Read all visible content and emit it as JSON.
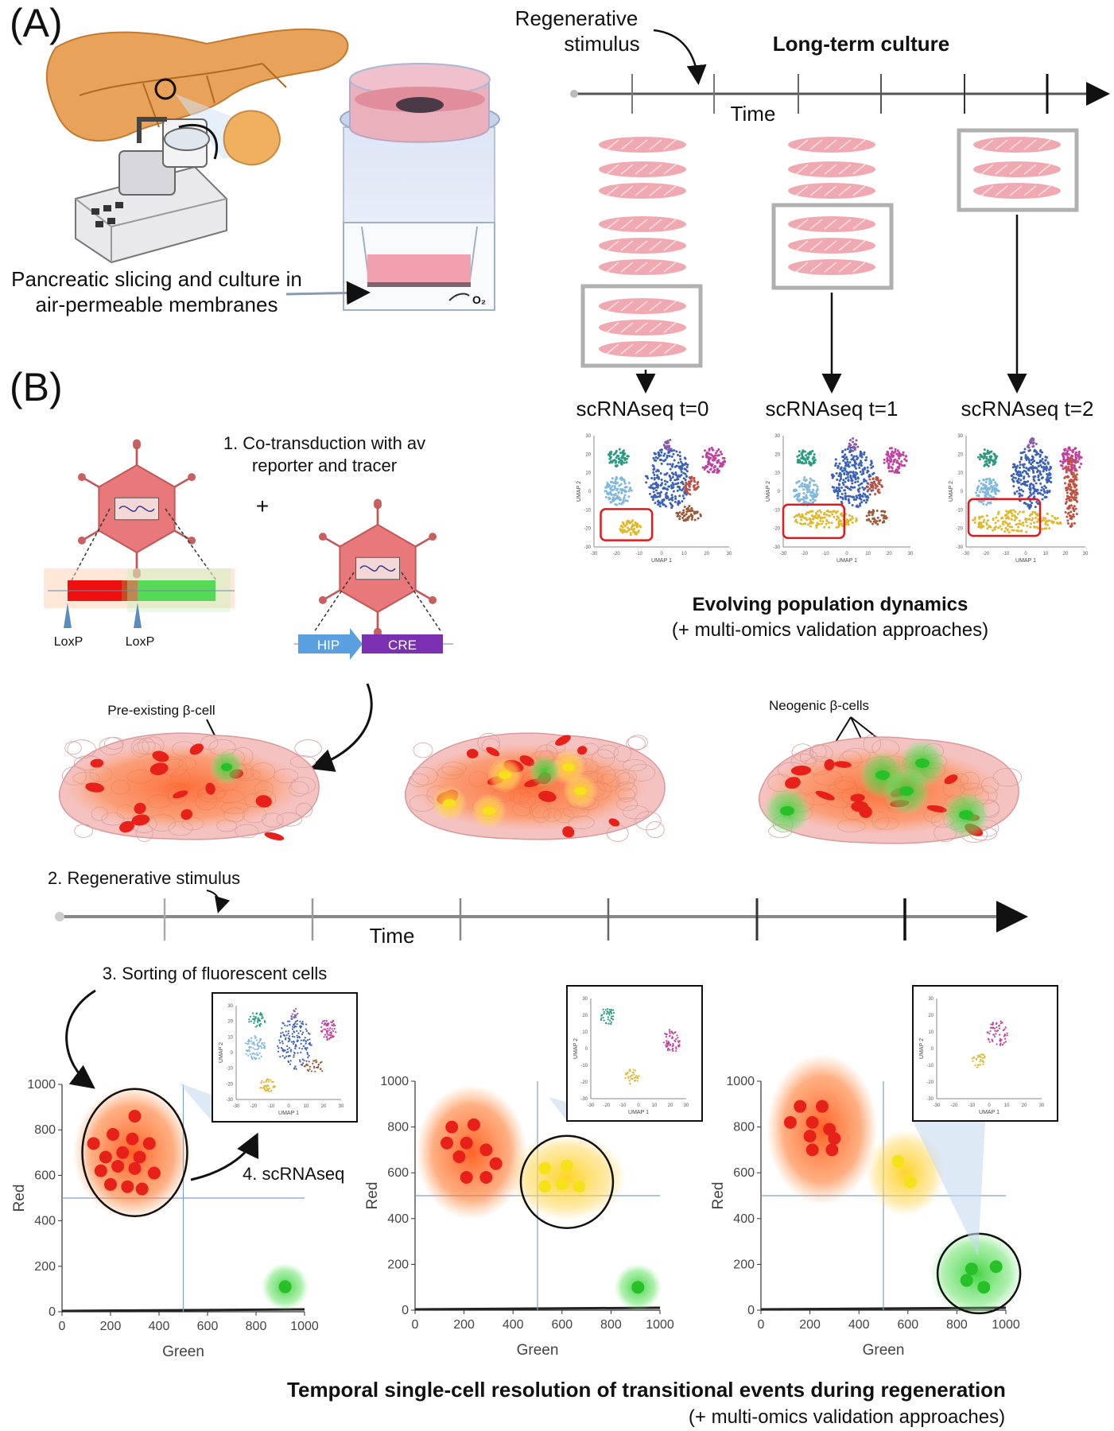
{
  "panel_a": {
    "label": "(A)",
    "slicing_caption_line1": "Pancreatic slicing and culture in",
    "slicing_caption_line2": "air-permeable membranes",
    "oxygen_label": "O₂",
    "stimulus_line1": "Regenerative",
    "stimulus_line2": "stimulus",
    "culture_title": "Long-term culture",
    "time_label": "Time",
    "scrna_labels": [
      "scRNAseq t=0",
      "scRNAseq t=1",
      "scRNAseq t=2"
    ],
    "umap_axis_x": "UMAP 1",
    "umap_axis_y": "UMAP 2",
    "umap_ticks": [
      "-30",
      "-20",
      "-10",
      "0",
      "10",
      "20",
      "30"
    ],
    "summary_bold": "Evolving population dynamics",
    "summary_sub": "(+ multi-omics validation approaches)"
  },
  "panel_b": {
    "label": "(B)",
    "step1_line1": "1. Co-transduction with av",
    "step1_line2": "reporter and tracer",
    "plus": "+",
    "loxp_left": "LoxP",
    "loxp_right": "LoxP",
    "hip_label": "HIP",
    "cre_label": "CRE",
    "preexisting_label": "Pre-existing β-cell",
    "neogenic_label": "Neogenic β-cells",
    "step2": "2. Regenerative stimulus",
    "time_label": "Time",
    "step3": "3. Sorting of fluorescent cells",
    "step4": "4. scRNAseq",
    "flow_xlabel": "Green",
    "flow_ylabel": "Red",
    "flow_xticks": [
      "0",
      "200",
      "400",
      "600",
      "800",
      "1000"
    ],
    "flow_yticks": [
      "0",
      "200",
      "400",
      "600",
      "800",
      "1000"
    ],
    "summary_bold": "Temporal single-cell resolution of transitional events during regeneration",
    "summary_sub": "(+ multi-omics validation approaches)"
  },
  "colors": {
    "tissue": "#f0a0a8",
    "red_cell": "#e8201a",
    "yellow_cell": "#f5e21a",
    "green_cell": "#28c028",
    "highlight_box": "#b0b0b0",
    "umap_outline": "#e01a1a",
    "hip": "#5aa0e0",
    "cre": "#7a30b0"
  },
  "icons": [
    "pancreas-illustration",
    "slicer-machine-illustration",
    "culture-insert-illustration",
    "virus-capsid-icon",
    "tissue-slice-icon",
    "islet-tissue-illustration"
  ]
}
